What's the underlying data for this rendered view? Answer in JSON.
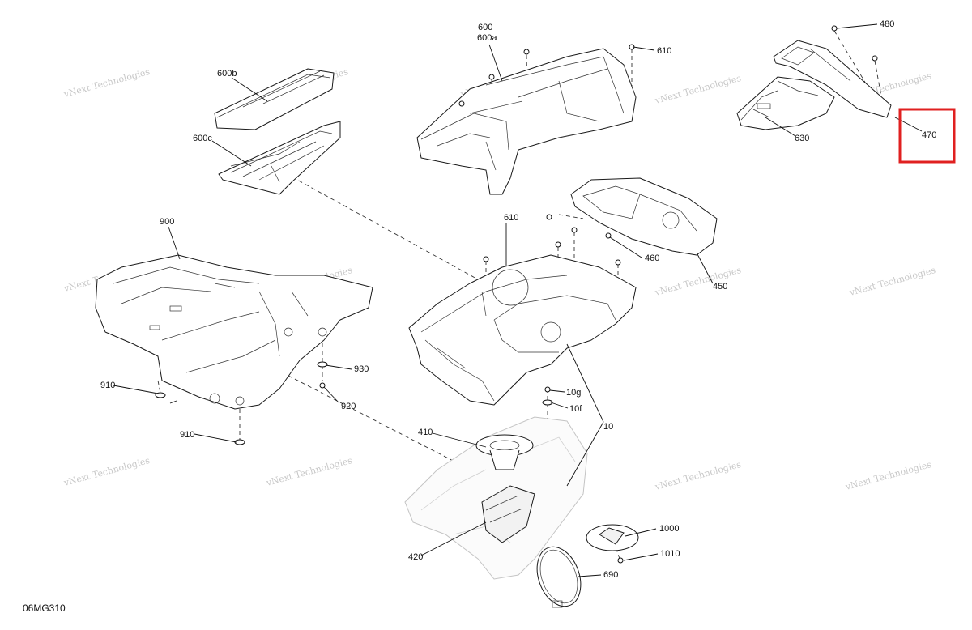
{
  "callouts": {
    "c600": "600",
    "c600a": "600a",
    "c610_top": "610",
    "c480": "480",
    "c600b": "600b",
    "c600c": "600c",
    "c630": "630",
    "c470": "470",
    "c900": "900",
    "c610_mid": "610",
    "c460": "460",
    "c450": "450",
    "c930": "930",
    "c910_a": "910",
    "c920": "920",
    "c910_b": "910",
    "c10g": "10g",
    "c10f": "10f",
    "c10": "10",
    "c410": "410",
    "c1000": "1000",
    "c1010": "1010",
    "c420": "420",
    "c690": "690"
  },
  "watermark": {
    "line1": "vNext",
    "line2": "Technologies",
    "full": "vNext Technologies"
  },
  "diagram_code": "06MG310",
  "highlighted_callout": "470",
  "colors": {
    "highlight": "#e02020",
    "line": "#1a1a1a",
    "watermark": "#9a9a9a"
  }
}
